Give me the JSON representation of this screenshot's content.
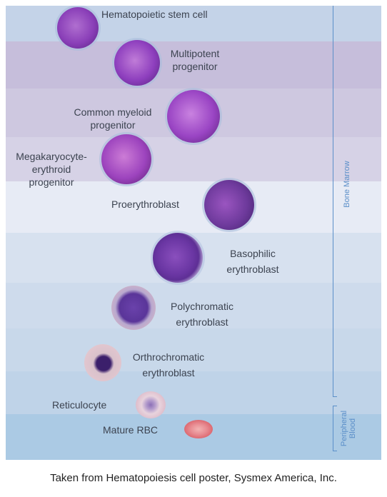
{
  "stages": [
    {
      "label": "Hematopoietic stem cell"
    },
    {
      "label": "Multipotent\nprogenitor"
    },
    {
      "label": "Common myeloid\nprogenitor"
    },
    {
      "label": "Megakaryocyte-\nerythroid\nprogenitor"
    },
    {
      "label": "Proerythroblast"
    },
    {
      "label": "Basophilic\nerythroblast"
    },
    {
      "label": "Polychromatic\nerythroblast"
    },
    {
      "label": "Orthrochromatic\nerythroblast"
    },
    {
      "label": "Reticulocyte"
    },
    {
      "label": "Mature RBC"
    }
  ],
  "regions": {
    "bone_marrow": "Bone Marrow",
    "peripheral_blood": "Peripheral\nBlood"
  },
  "caption": "Taken from Hematopoiesis cell poster, Sysmex America, Inc.",
  "colors": {
    "band_top": "#c4d3e8",
    "band_purple": "#c9bfdd",
    "band_light": "#e6eaf4",
    "band_blue": "#bfd3e8",
    "band_rbc": "#a9c9e4",
    "accent_line": "#5b8fc9",
    "cell_purple": "#8a3fb8",
    "rbc_red": "#e0707a"
  }
}
